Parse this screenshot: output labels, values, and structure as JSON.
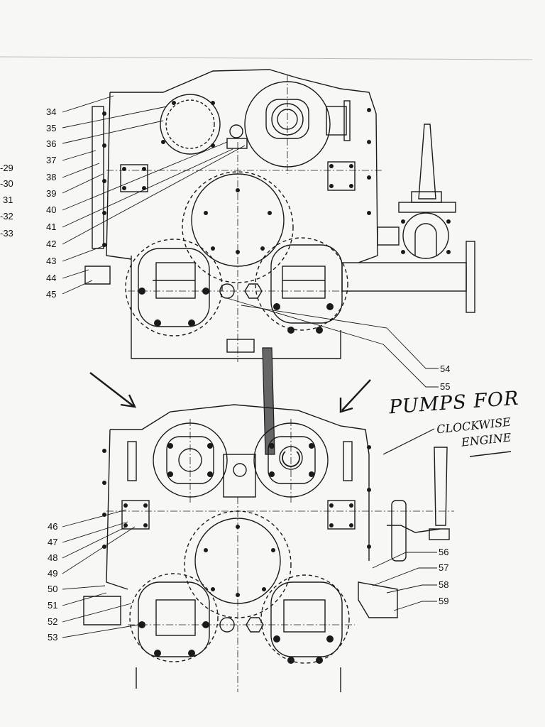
{
  "top_view": {
    "left_labels": [
      "34",
      "35",
      "36",
      "37",
      "38",
      "39",
      "40",
      "41",
      "42",
      "43",
      "44",
      "45"
    ],
    "cutoff_labels": [
      "-29",
      "-30",
      "31",
      "-32",
      "-33"
    ],
    "right_labels": [
      "54",
      "55"
    ]
  },
  "bottom_view": {
    "left_labels": [
      "46",
      "47",
      "48",
      "49",
      "50",
      "51",
      "52",
      "53"
    ],
    "right_labels": [
      "56",
      "57",
      "58",
      "59"
    ]
  },
  "note": {
    "title": "PUMPS FOR",
    "line2": "CLOCKWISE",
    "line3": "ENGINE"
  }
}
